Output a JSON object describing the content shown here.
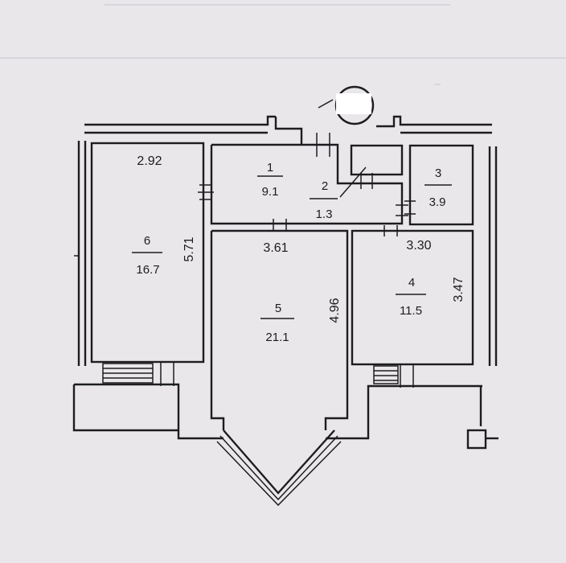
{
  "colors": {
    "paper": "#e9e7ea",
    "ink": "#1d1d20"
  },
  "rooms": [
    {
      "id": "1",
      "number": "1",
      "area": "9.1"
    },
    {
      "id": "2",
      "number": "2",
      "area": "1.3"
    },
    {
      "id": "3",
      "number": "3",
      "area": "3.9"
    },
    {
      "id": "4",
      "number": "4",
      "area": "11.5"
    },
    {
      "id": "5",
      "number": "5",
      "area": "21.1"
    },
    {
      "id": "6",
      "number": "6",
      "area": "16.7"
    }
  ],
  "dimensions": {
    "room6_width": "2.92",
    "room6_length": "5.71",
    "room5_width": "3.61",
    "room5_length": "4.96",
    "room4_width": "3.30",
    "room4_length": "3.47"
  }
}
